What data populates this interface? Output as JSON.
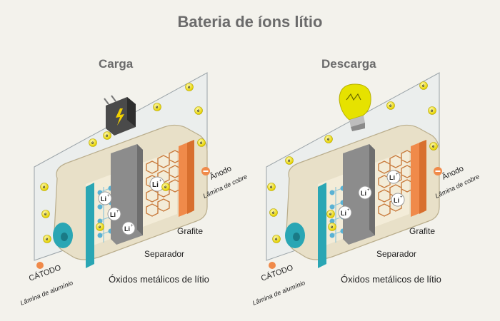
{
  "title": "Bateria de íons lítio",
  "panels": [
    {
      "heading": "Carga",
      "device": "charger",
      "labels": {
        "anode": "Ânodo",
        "copper": "Lâmina de cobre",
        "graphite": "Grafite",
        "separator": "Separador",
        "oxides": "Óxidos metálicos de lítio",
        "cathode": "CÁTODO",
        "aluminum": "Lâmina de alumínio",
        "ion": "Li",
        "ion_sup": "+",
        "electron": "e"
      }
    },
    {
      "heading": "Descarga",
      "device": "lightbulb",
      "labels": {
        "anode": "Ânodo",
        "copper": "Lâmina de cobre",
        "graphite": "Grafite",
        "separator": "Separador",
        "oxides": "Óxidos metálicos de lítio",
        "cathode": "CÁTODO",
        "aluminum": "Lâmina de alumínio",
        "ion": "Li",
        "ion_sup": "+",
        "electron": "e"
      }
    }
  ],
  "colors": {
    "body": "#e8e0c8",
    "cathode_plate": "#2aa6b4",
    "anode_plate": "#f08a4a",
    "separator": "#8c8c8c",
    "graphite": "#c87a3c",
    "electron": "#f2e018",
    "glass": "#d8e2e8"
  }
}
